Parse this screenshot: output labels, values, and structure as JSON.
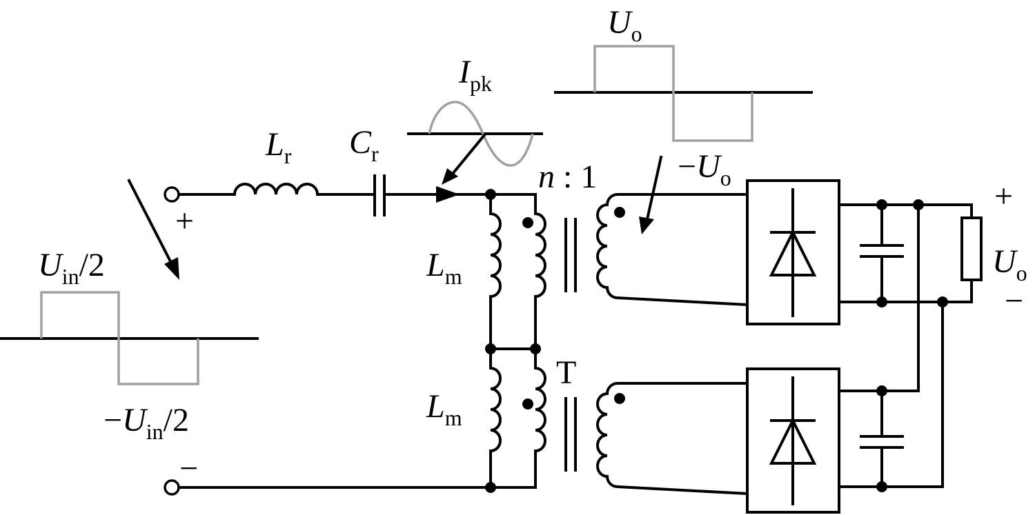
{
  "labels": {
    "Lr": {
      "main": "L",
      "sub": "r"
    },
    "Cr": {
      "main": "C",
      "sub": "r"
    },
    "Ipk": {
      "main": "I",
      "sub": "pk"
    },
    "Uo_top": {
      "main": "U",
      "sub": "o"
    },
    "neg_Uo": {
      "pre": "−",
      "main": "U",
      "sub": "o"
    },
    "ratio": {
      "n": "n",
      "rest": " : 1"
    },
    "Lm1": {
      "main": "L",
      "sub": "m"
    },
    "Lm2": {
      "main": "L",
      "sub": "m"
    },
    "T": "T",
    "Uin_half": {
      "main": "U",
      "sub": "in",
      "post": "/2"
    },
    "neg_Uin_half": {
      "pre": "−",
      "main": "U",
      "sub": "in",
      "post": "/2"
    },
    "Uo_out": {
      "main": "U",
      "sub": "o"
    },
    "plus_in": "+",
    "minus_in": "−",
    "plus_out": "+",
    "minus_out": "−"
  }
}
